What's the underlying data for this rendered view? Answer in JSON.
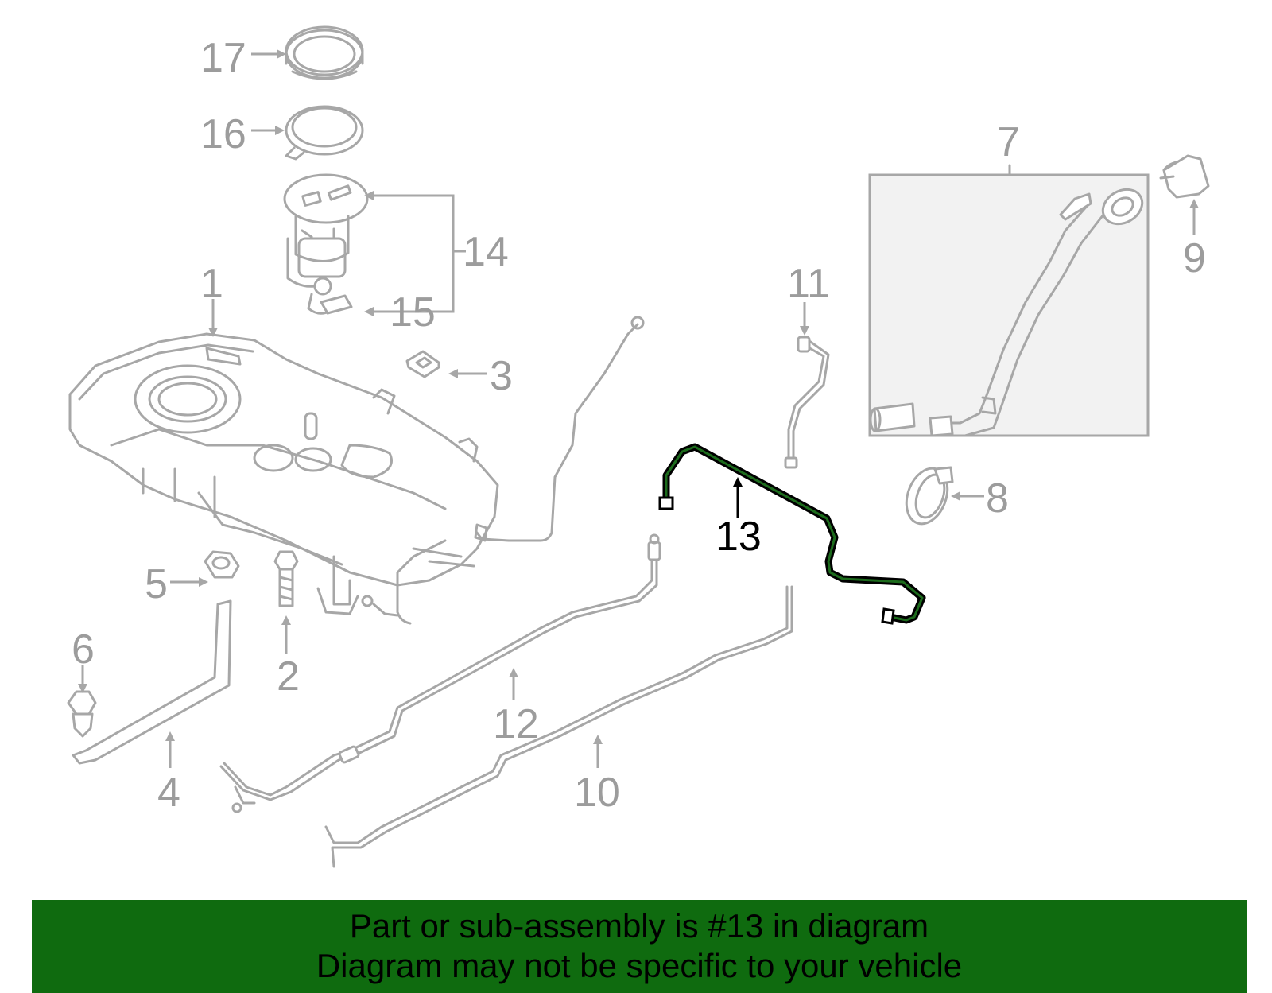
{
  "diagram": {
    "callouts": {
      "c1": "1",
      "c2": "2",
      "c3": "3",
      "c4": "4",
      "c5": "5",
      "c6": "6",
      "c7": "7",
      "c8": "8",
      "c9": "9",
      "c10": "10",
      "c11": "11",
      "c12": "12",
      "c13": "13",
      "c14": "14",
      "c15": "15",
      "c16": "16",
      "c17": "17"
    },
    "highlighted_part": "13",
    "colors": {
      "part_stroke": "#a7a7a7",
      "highlight_stroke": "#000000",
      "highlight_inner": "#1c6b1c",
      "banner_background": "#0f6b0f"
    }
  },
  "banner": {
    "line1": "Part or sub-assembly is #13 in diagram",
    "line2": "Diagram may not be specific to your vehicle"
  }
}
